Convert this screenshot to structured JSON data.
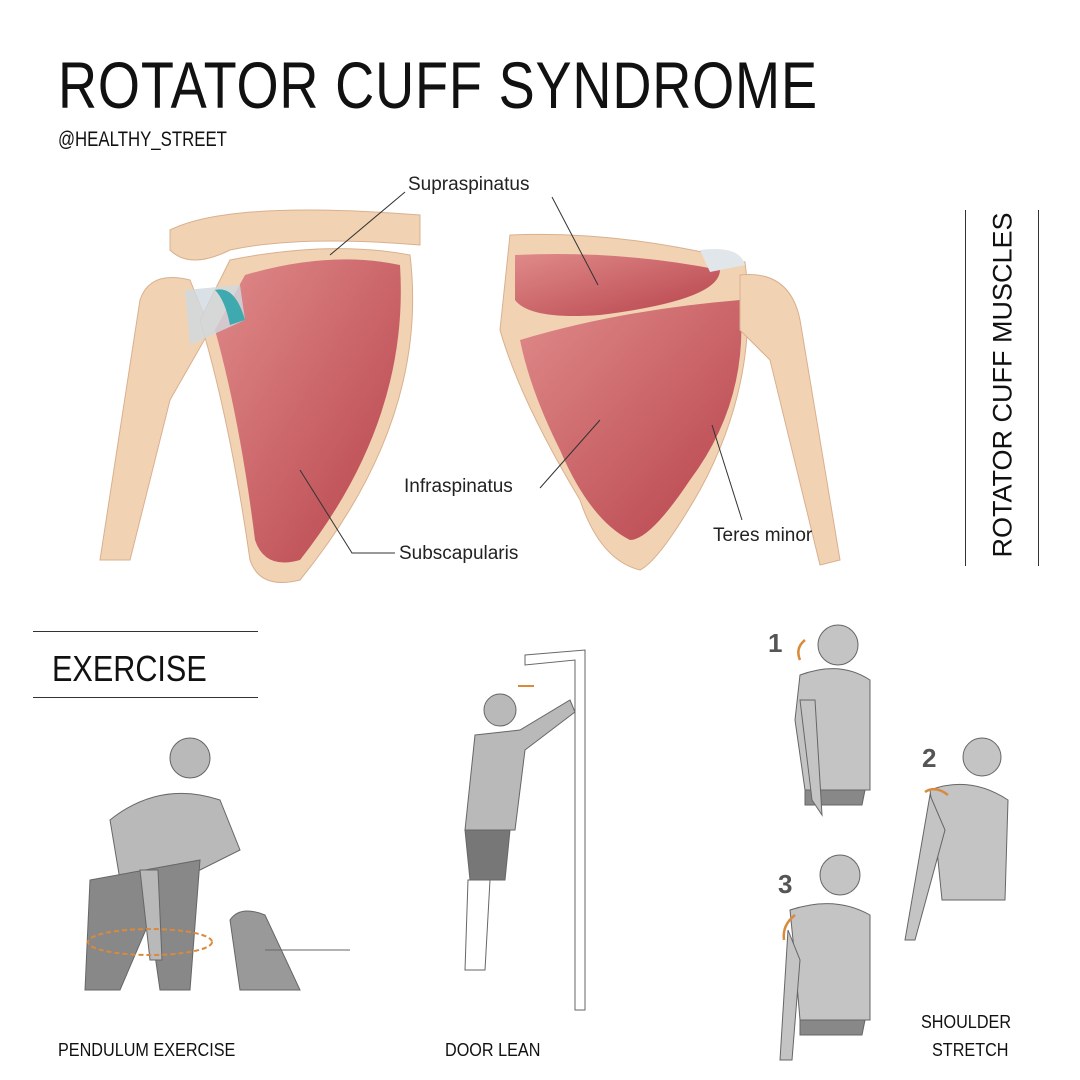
{
  "header": {
    "title": "ROTATOR CUFF SYNDROME",
    "handle": "@HEALTHY_STREET"
  },
  "anatomy": {
    "labels": {
      "supraspinatus": "Supraspinatus",
      "infraspinatus": "Infraspinatus",
      "subscapularis": "Subscapularis",
      "teres_minor": "Teres minor"
    },
    "side_title": "ROTATOR CUFF MUSCLES"
  },
  "exercise": {
    "heading": "EXERCISE",
    "items": [
      {
        "label": "PENDULUM EXERCISE"
      },
      {
        "label": "DOOR LEAN"
      },
      {
        "label_line1": "SHOULDER",
        "label_line2": "STRETCH",
        "steps": [
          "1",
          "2",
          "3"
        ]
      }
    ]
  },
  "colors": {
    "muscle": "#c9575c",
    "bone": "#f1d3b4",
    "arrow": "#d98a3a",
    "figure": "#b9b9b9"
  }
}
